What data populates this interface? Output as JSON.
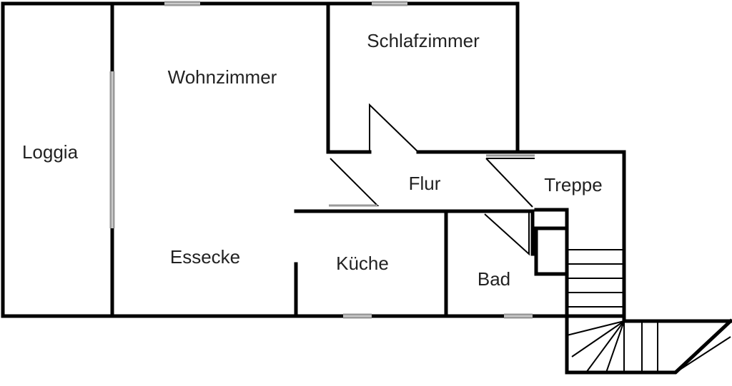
{
  "rooms": {
    "loggia": "Loggia",
    "wohnzimmer": "Wohnzimmer",
    "schlafzimmer": "Schlafzimmer",
    "flur": "Flur",
    "treppe": "Treppe",
    "essecke": "Essecke",
    "kueche": "Küche",
    "bad": "Bad"
  }
}
